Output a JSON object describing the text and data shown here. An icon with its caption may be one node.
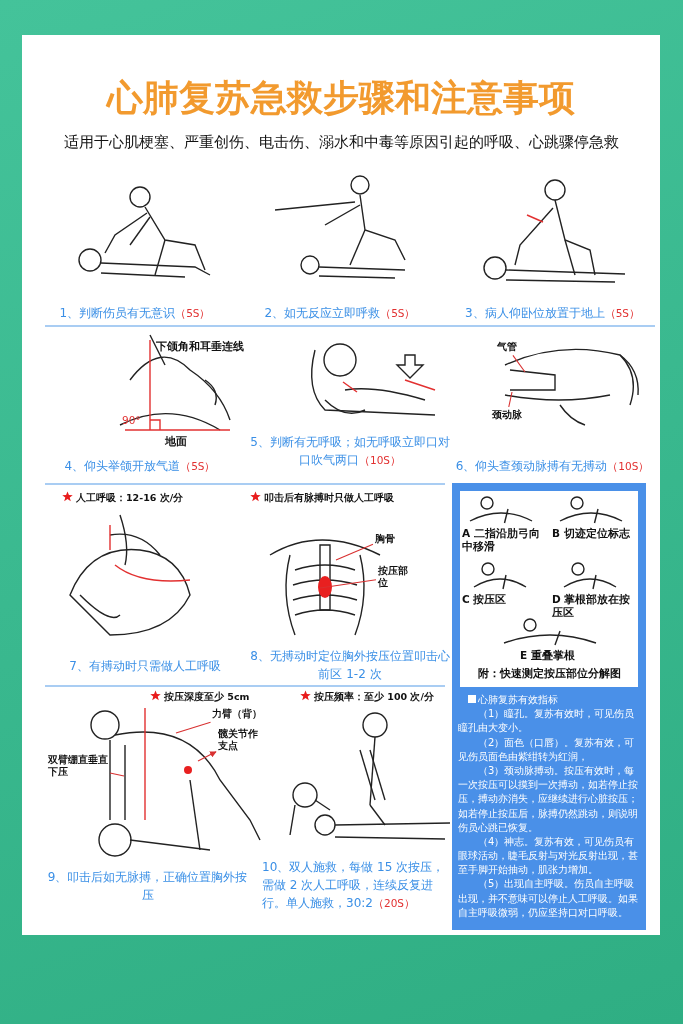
{
  "diagram": {
    "title": "心肺复苏急救步骤和注意事项",
    "nodes": [
      {
        "text": [
          "心肺复苏有效指标",
          "（1）瞳孔。复苏有效时，可见伤员瞳孔由大变小。",
          "（2）面色（口唇）。复苏有效，可见伤员面色由紫绀转为红润，",
          "（3）颈动脉搏动。按压有效时，每一次按压可以摸到一次搏动，如若停止按压，搏动亦消失，应继续进行心脏按压；如若停止按压后，脉搏仍然跳动，则说明伤员心跳已恢复。",
          "（4）神志。复苏有效，可见伤员有眼球活动，睫毛反射与对光反射出现，甚至手脚开始抽动，肌张力增加。",
          "（5）出现自主呼吸。伤员自主呼吸出现，并不意味可以停止人工呼吸。如果自主呼吸微弱，仍应坚持口对口呼吸。"
        ]
      },
      {
        "text": [
          "A 二指沿肋弓向中移滑",
          "B 切迹定位标志",
          "C 按压区",
          "D 掌根部放在按压区",
          "E 重叠掌根",
          "附：快速测定按压部位分解图"
        ],
        "in": 0
      },
      {
        "text": [
          "气管"
        ]
      },
      {
        "text": [
          "颈动脉"
        ]
      },
      {
        "text": [
          "胸骨"
        ]
      },
      {
        "text": [
          "按压部位"
        ]
      },
      {
        "text": [
          "力臂（背）"
        ]
      },
      {
        "text": [
          "髋关节作支点"
        ]
      },
      {
        "text": [
          "双臂绷直垂直下压"
        ]
      }
    ],
    "edges": [
      {
        "from": 2,
        "to": null,
        "arrow": "none"
      },
      {
        "from": 3,
        "to": null,
        "arrow": "none"
      },
      {
        "from": 4,
        "to": null,
        "arrow": "none"
      },
      {
        "from": 5,
        "to": null,
        "arrow": "none"
      },
      {
        "from": 6,
        "to": null,
        "arrow": "none"
      },
      {
        "from": null,
        "to": 7,
        "arrow": "to"
      },
      {
        "from": 8,
        "to": null,
        "arrow": "none"
      }
    ],
    "labels": [
      "适用于心肌梗塞、严重创伤、电击伤、溺水和中毒等原因引起的呼吸、心跳骤停急救",
      "1、判断伤员有无意识",
      "（5S）",
      "2、如无反应立即呼救",
      "（5S）",
      "3、病人仰卧位放置于地上",
      "（5S）",
      "下颌角和耳垂连线",
      "90°",
      "地面",
      "4、仰头举颌开放气道",
      "（5S）",
      "5、判断有无呼吸；如无呼吸立即口对口吹气两口",
      "（10S）",
      "6、仰头查颈动脉搏有无搏动",
      "（10S）",
      "人工呼吸：12-16 次/分",
      "叩击后有脉搏时只做人工呼吸",
      "7、有搏动时只需做人工呼吸",
      "8、无搏动时定位胸外按压位置叩击心前区 1-2 次",
      "按压深度至少 5cm",
      "按压频率：至少 100 次/分",
      "9、叩击后如无脉搏，正确位置胸外按压",
      "10、双人施救，每做 15 次按压，需做 2 次人工呼吸，连续反复进行。单人施救，30:2",
      "（20S）"
    ]
  }
}
